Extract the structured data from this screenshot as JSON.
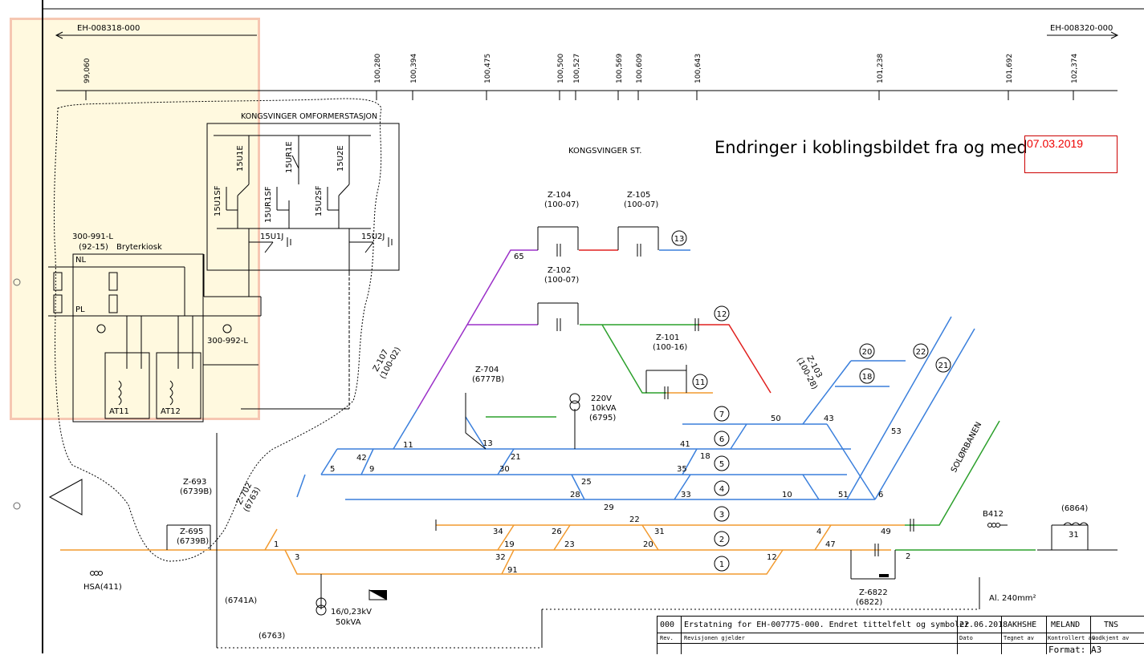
{
  "header": {
    "left_ref": "EH-008318-000",
    "right_ref": "EH-008320-000"
  },
  "chainage_marks": [
    "99,060",
    "100,280",
    "100,394",
    "100,475",
    "100,500",
    "100,527",
    "100,569",
    "100,609",
    "100,643",
    "101,238",
    "101,692",
    "102,374"
  ],
  "notice": {
    "text": "Endringer i koblingsbildet fra og med",
    "date": "07.03.2019"
  },
  "station": {
    "name": "KONGSVINGER ST.",
    "converter": "KONGSVINGER OMFORMERSTASJON",
    "kiosk": "Bryterkiosk"
  },
  "colors": {
    "blue": "#3a7fdc",
    "orange": "#f29a2e",
    "green": "#2ca02c",
    "red": "#e0201e",
    "purple": "#9b30c8",
    "highlight": "#fff3b0",
    "notice_date": "#e00000"
  },
  "labels": {
    "converter_switches": [
      "15U1E",
      "15UR1E",
      "15U2E",
      "15U1SF",
      "15UR1SF",
      "15U2SF",
      "15U1J",
      "15U2J"
    ],
    "kiosk_left": [
      "300-991-L",
      "(92-15)",
      "NL",
      "PL",
      "300-992-L",
      "AT11",
      "AT12"
    ],
    "disconnectors": [
      {
        "id": "Z-104",
        "ref": "(100-07)"
      },
      {
        "id": "Z-105",
        "ref": "(100-07)"
      },
      {
        "id": "Z-102",
        "ref": "(100-07)"
      },
      {
        "id": "Z-101",
        "ref": "(100-16)"
      },
      {
        "id": "Z-107",
        "ref": "(100-02)"
      },
      {
        "id": "Z-704",
        "ref": "(6777B)"
      },
      {
        "id": "Z-103",
        "ref": "(100-28)"
      },
      {
        "id": "Z-702",
        "ref": "(6763)"
      },
      {
        "id": "Z-693",
        "ref": "(6739B)"
      },
      {
        "id": "Z-695",
        "ref": "(6739B)"
      },
      {
        "id": "Z-6822",
        "ref": "(6822)"
      }
    ],
    "track_numbers": [
      "13",
      "12",
      "11",
      "20",
      "22",
      "18",
      "21",
      "7",
      "6",
      "5",
      "4",
      "3",
      "2",
      "1"
    ],
    "section_numbers": [
      "65",
      "11",
      "13",
      "21",
      "42",
      "9",
      "5",
      "30",
      "41",
      "35",
      "18",
      "50",
      "43",
      "53",
      "25",
      "33",
      "10",
      "51",
      "28",
      "6",
      "29",
      "22",
      "34",
      "26",
      "31",
      "19",
      "23",
      "20",
      "4",
      "47",
      "49",
      "32",
      "91",
      "12",
      "1",
      "3",
      "2"
    ],
    "transformer_220": [
      "220V",
      "10kVA",
      "(6795)"
    ],
    "transformer_16": [
      "16/0,23kV",
      "50kVA"
    ],
    "misc": [
      "SOLØRBANEN",
      "B412",
      "(6864)",
      "31",
      "HSA(411)",
      "(6741A)",
      "(6763)",
      "Al. 240mm²"
    ]
  },
  "title_block": {
    "rev": "000",
    "rev_text": "Erstatning for EH-007775-000. Endret tittelfelt og symboler",
    "date": "22.06.2018",
    "drawn": "AKHSHE",
    "checked": "MELAND",
    "approved": "TNS",
    "row2_a": "Rev.",
    "row2_b": "Revisjonen gjelder",
    "row2_c": "Dato",
    "row2_d": "Tegnet av",
    "row2_e": "Kontrollert av",
    "row2_f": "Godkjent av",
    "format": "Format: A3"
  }
}
